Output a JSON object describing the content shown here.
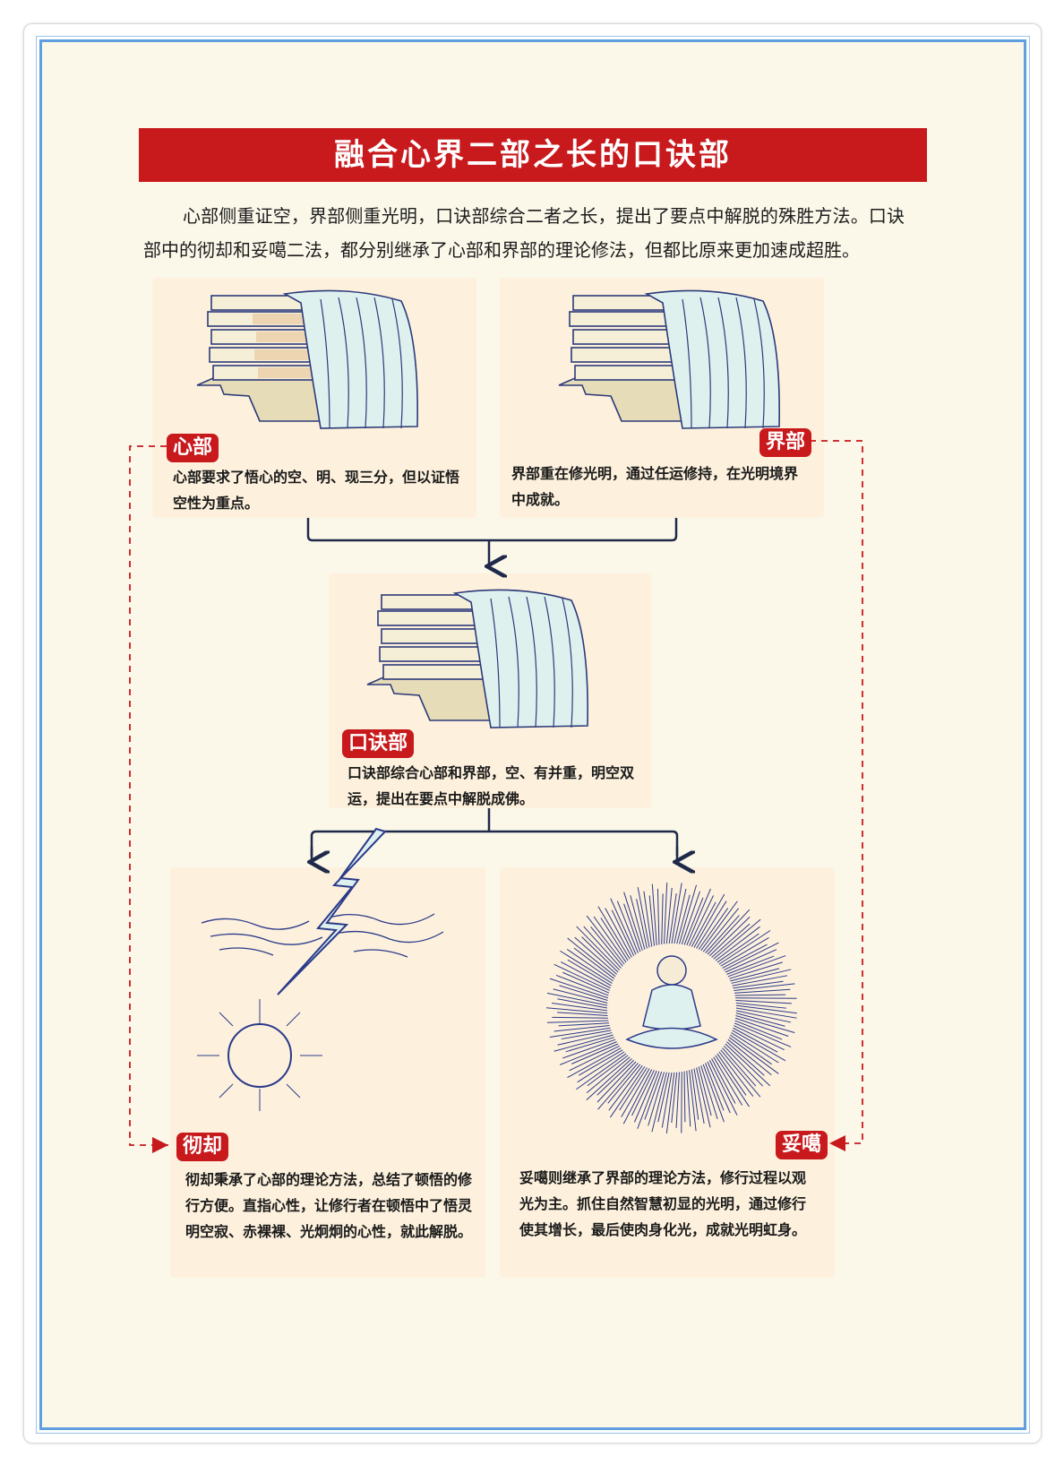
{
  "title": "融合心界二部之长的口诀部",
  "intro": "心部侧重证空，界部侧重光明，口诀部综合二者之长，提出了要点中解脱的殊胜方法。口诀部中的彻却和妥噶二法，都分别继承了心部和界部的理论修法，但都比原来更加速成超胜。",
  "nodes": {
    "xinbu": {
      "label": "心部",
      "desc": "心部要求了悟心的空、明、现三分，但以证悟空性为重点。"
    },
    "jiebu": {
      "label": "界部",
      "desc": "界部重在修光明，通过任运修持，在光明境界中成就。"
    },
    "koujue": {
      "label": "口诀部",
      "desc": "口诀部综合心部和界部，空、有并重，明空双运，提出在要点中解脱成佛。"
    },
    "chequ": {
      "label": "彻却",
      "desc": "彻却秉承了心部的理论方法，总结了顿悟的修行方便。直指心性，让修行者在顿悟中了悟灵明空寂、赤裸裸、光炯炯的心性，就此解脱。"
    },
    "tuoga": {
      "label": "妥噶",
      "desc": "妥噶则继承了界部的理论方法，修行过程以观光为主。抓住自然智慧初显的光明，通过修行使其增长，最后使肉身化光，成就光明虹身。"
    }
  },
  "colors": {
    "accent": "#c8191d",
    "frame": "#5f9fdf",
    "line": "#1f2a4a",
    "ink": "#2b3a8a"
  }
}
